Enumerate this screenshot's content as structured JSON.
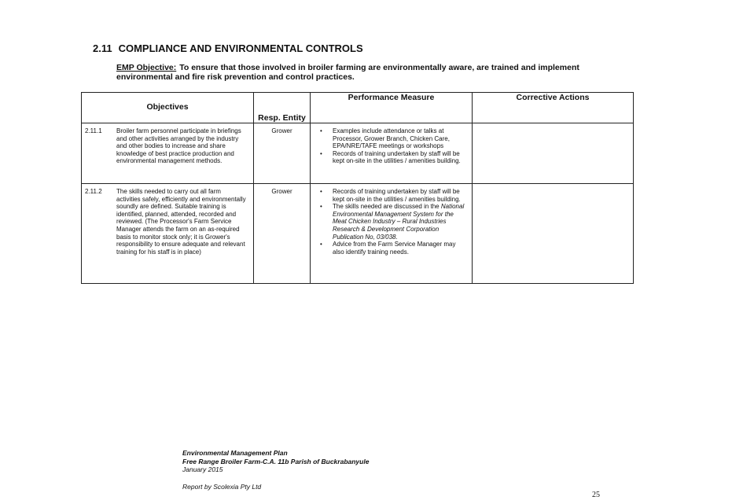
{
  "section": {
    "number": "2.11",
    "title": "COMPLIANCE AND ENVIRONMENTAL CONTROLS"
  },
  "emp": {
    "label": "EMP Objective:",
    "text": "To ensure that those involved in broiler farming are environmentally aware, are trained and implement environmental and fire risk prevention and control practices."
  },
  "table": {
    "headers": [
      "Objectives",
      "Resp. Entity",
      "Performance Measure",
      "Corrective Actions"
    ],
    "rows": [
      {
        "num": "2.11.1",
        "objective": "Broiler farm personnel participate in briefings and other activities arranged by the industry and other bodies to increase and share knowledge of best practice production and environmental management methods.",
        "entity": "Grower",
        "measures": [
          "Examples include attendance or talks at Processor, Grower Branch, Chicken Care, EPA/NRE/TAFE meetings or workshops",
          "Records of training undertaken by staff will be kept on-site in the utilities / amenities building."
        ],
        "actions": ""
      },
      {
        "num": "2.11.2",
        "objective": "The skills needed to carry out all farm activities safely, efficiently and environmentally soundly are defined. Suitable training is identified, planned, attended, recorded and reviewed. (The Processor's Farm Service Manager attends the farm on an as-required basis to monitor stock only; it is Grower's responsibility to ensure adequate and relevant training for his staff is in place)",
        "entity": "Grower",
        "measures": [
          "Records of training undertaken by staff will be kept on-site in the utilities / amenities building.",
          "The skills needed are discussed in the",
          "Advice from the Farm Service Manager may also identify training needs."
        ],
        "measure_italic": "National Environmental Management System for the Meat Chicken Industry – Rural Industries Research & Development Corporation Publication No, 03/038.",
        "actions": ""
      }
    ]
  },
  "footer": {
    "line1": "Environmental Management Plan",
    "line2": "Free Range Broiler Farm-C.A. 11b Parish of Buckrabanyule",
    "line3": "January 2015",
    "report": "Report by Scolexia Pty Ltd",
    "page": "25"
  }
}
